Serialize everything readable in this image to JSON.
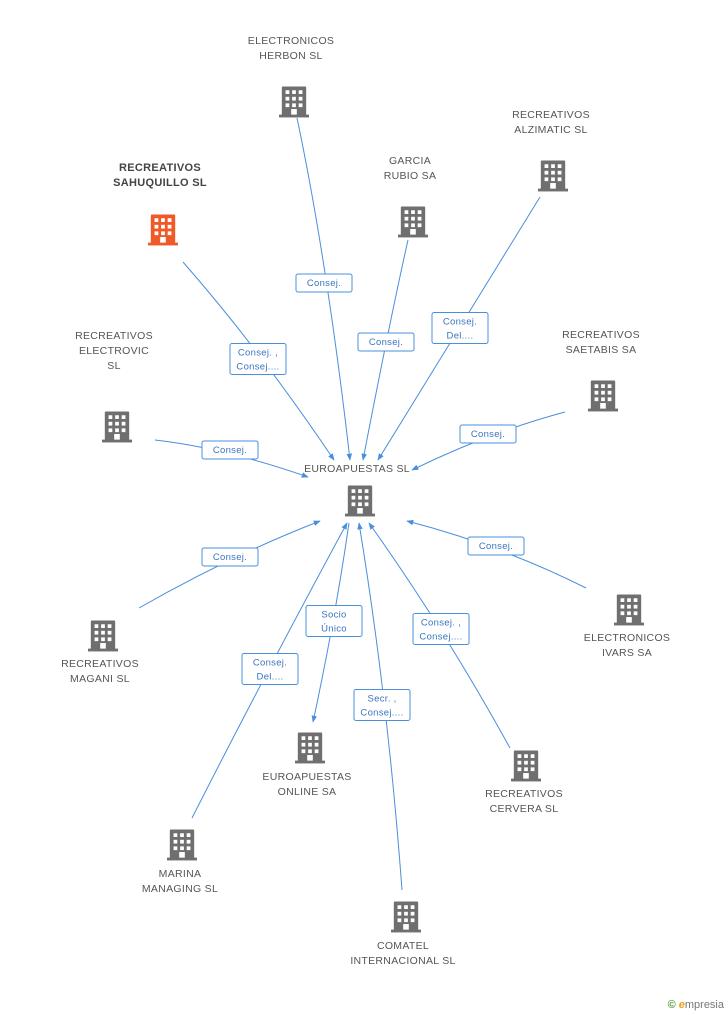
{
  "colors": {
    "building": "#6f6f6f",
    "focus_building": "#f05a28",
    "edge": "#4a8fdc",
    "edge_text": "#3a74c0"
  },
  "center": {
    "id": "euroapuestas-sl",
    "label": [
      "EUROAPUESTAS SL"
    ],
    "icon": "building-icon"
  },
  "nodes": [
    {
      "id": "electronicos-herbon",
      "label": [
        "ELECTRONICOS",
        "HERBON  SL"
      ],
      "icon": "building-icon"
    },
    {
      "id": "recreativos-alzimatic",
      "label": [
        "RECREATIVOS",
        "ALZIMATIC SL"
      ],
      "icon": "building-icon"
    },
    {
      "id": "garcia-rubio",
      "label": [
        "GARCIA",
        "RUBIO SA"
      ],
      "icon": "building-icon"
    },
    {
      "id": "recreativos-sahuquillo",
      "label": [
        "RECREATIVOS",
        "SAHUQUILLO SL"
      ],
      "icon": "building-icon",
      "focus": true
    },
    {
      "id": "recreativos-electrovic",
      "label": [
        "RECREATIVOS",
        "ELECTROVIC",
        "SL"
      ],
      "icon": "building-icon"
    },
    {
      "id": "recreativos-saetabis",
      "label": [
        "RECREATIVOS",
        "SAETABIS SA"
      ],
      "icon": "building-icon"
    },
    {
      "id": "recreativos-magani",
      "label": [
        "RECREATIVOS",
        "MAGANI  SL"
      ],
      "icon": "building-icon"
    },
    {
      "id": "electronicos-ivars",
      "label": [
        "ELECTRONICOS",
        "IVARS SA"
      ],
      "icon": "building-icon"
    },
    {
      "id": "euroapuestas-online",
      "label": [
        "EUROAPUESTAS",
        "ONLINE SA"
      ],
      "icon": "building-icon"
    },
    {
      "id": "recreativos-cervera",
      "label": [
        "RECREATIVOS",
        "CERVERA SL"
      ],
      "icon": "building-icon"
    },
    {
      "id": "marina-managing",
      "label": [
        "MARINA",
        "MANAGING  SL"
      ],
      "icon": "building-icon"
    },
    {
      "id": "comatel-internacional",
      "label": [
        "COMATEL",
        "INTERNACIONAL SL"
      ],
      "icon": "building-icon"
    }
  ],
  "edges": [
    {
      "from": "electronicos-herbon",
      "to": "euroapuestas-sl",
      "label": [
        "Consej."
      ]
    },
    {
      "from": "garcia-rubio",
      "to": "euroapuestas-sl",
      "label": [
        "Consej."
      ]
    },
    {
      "from": "recreativos-alzimatic",
      "to": "euroapuestas-sl",
      "label": [
        "Consej.",
        "Del...."
      ]
    },
    {
      "from": "recreativos-sahuquillo",
      "to": "euroapuestas-sl",
      "label": [
        "Consej. ,",
        "Consej...."
      ]
    },
    {
      "from": "recreativos-electrovic",
      "to": "euroapuestas-sl",
      "label": [
        "Consej."
      ]
    },
    {
      "from": "recreativos-saetabis",
      "to": "euroapuestas-sl",
      "label": [
        "Consej."
      ]
    },
    {
      "from": "recreativos-magani",
      "to": "euroapuestas-sl",
      "label": [
        "Consej."
      ]
    },
    {
      "from": "electronicos-ivars",
      "to": "euroapuestas-sl",
      "label": [
        "Consej."
      ]
    },
    {
      "from": "euroapuestas-sl",
      "to": "euroapuestas-online",
      "label": [
        "Socio",
        "Único"
      ]
    },
    {
      "from": "marina-managing",
      "to": "euroapuestas-sl",
      "label": [
        "Consej.",
        "Del...."
      ]
    },
    {
      "from": "comatel-internacional",
      "to": "euroapuestas-sl",
      "label": [
        "Secr. ,",
        "Consej...."
      ]
    },
    {
      "from": "recreativos-cervera",
      "to": "euroapuestas-sl",
      "label": [
        "Consej. ,",
        "Consej...."
      ]
    }
  ],
  "brand": {
    "copyright": "©",
    "initial": "e",
    "rest": "mpresia"
  }
}
